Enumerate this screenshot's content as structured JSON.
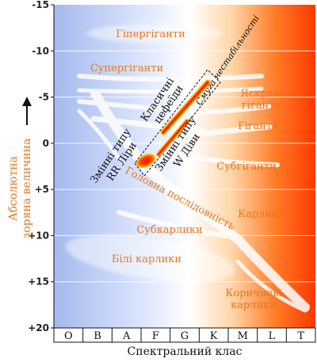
{
  "chart_data": {
    "type": "scatter",
    "title": "",
    "xlabel": "Спектральний клас",
    "ylabel_line1": "Абсолютна",
    "ylabel_line2": "зоряна величина",
    "categories": [
      "O",
      "B",
      "A",
      "F",
      "G",
      "K",
      "M",
      "L",
      "T"
    ],
    "y_ticks": [
      "-15",
      "-10",
      "-5",
      "0",
      "+5",
      "+10",
      "+15",
      "+20"
    ],
    "ylim": [
      -15,
      20
    ],
    "y_inverted": true,
    "grid": true,
    "background_gradient": [
      "#a7bcef",
      "#ffffff",
      "#ff3a00"
    ],
    "regions": {
      "hypergiants": "Гіпергіганти",
      "supergiants": "Супергіганти",
      "bright_giants_1": "Яскраві",
      "bright_giants_2": "гіганти",
      "giants": "Гіганти",
      "subgiants": "Субгіганти",
      "dwarfs": "Карлики",
      "main_sequence": "Головна послідовність",
      "subdwarfs": "Субкарлики",
      "white_dwarfs": "Білі карлики",
      "brown_dwarfs_1": "Коричневі",
      "brown_dwarfs_2": "карлики"
    },
    "annotations": {
      "instability_strip": "Смуга нестабільності",
      "cepheids_1": "Класичні",
      "cepheids_2": "цефеїди",
      "rr_lyrae_1": "Змінні типу",
      "rr_lyrae_2": "RR Ліри",
      "w_virginis_1": "Змінні типу",
      "w_virginis_2": "W Діви"
    },
    "colors": {
      "region_label": "#e8761e",
      "variable_stars": "#ff2a00",
      "variable_stars_glow": "#ffb300",
      "band": "#ffffff"
    }
  }
}
